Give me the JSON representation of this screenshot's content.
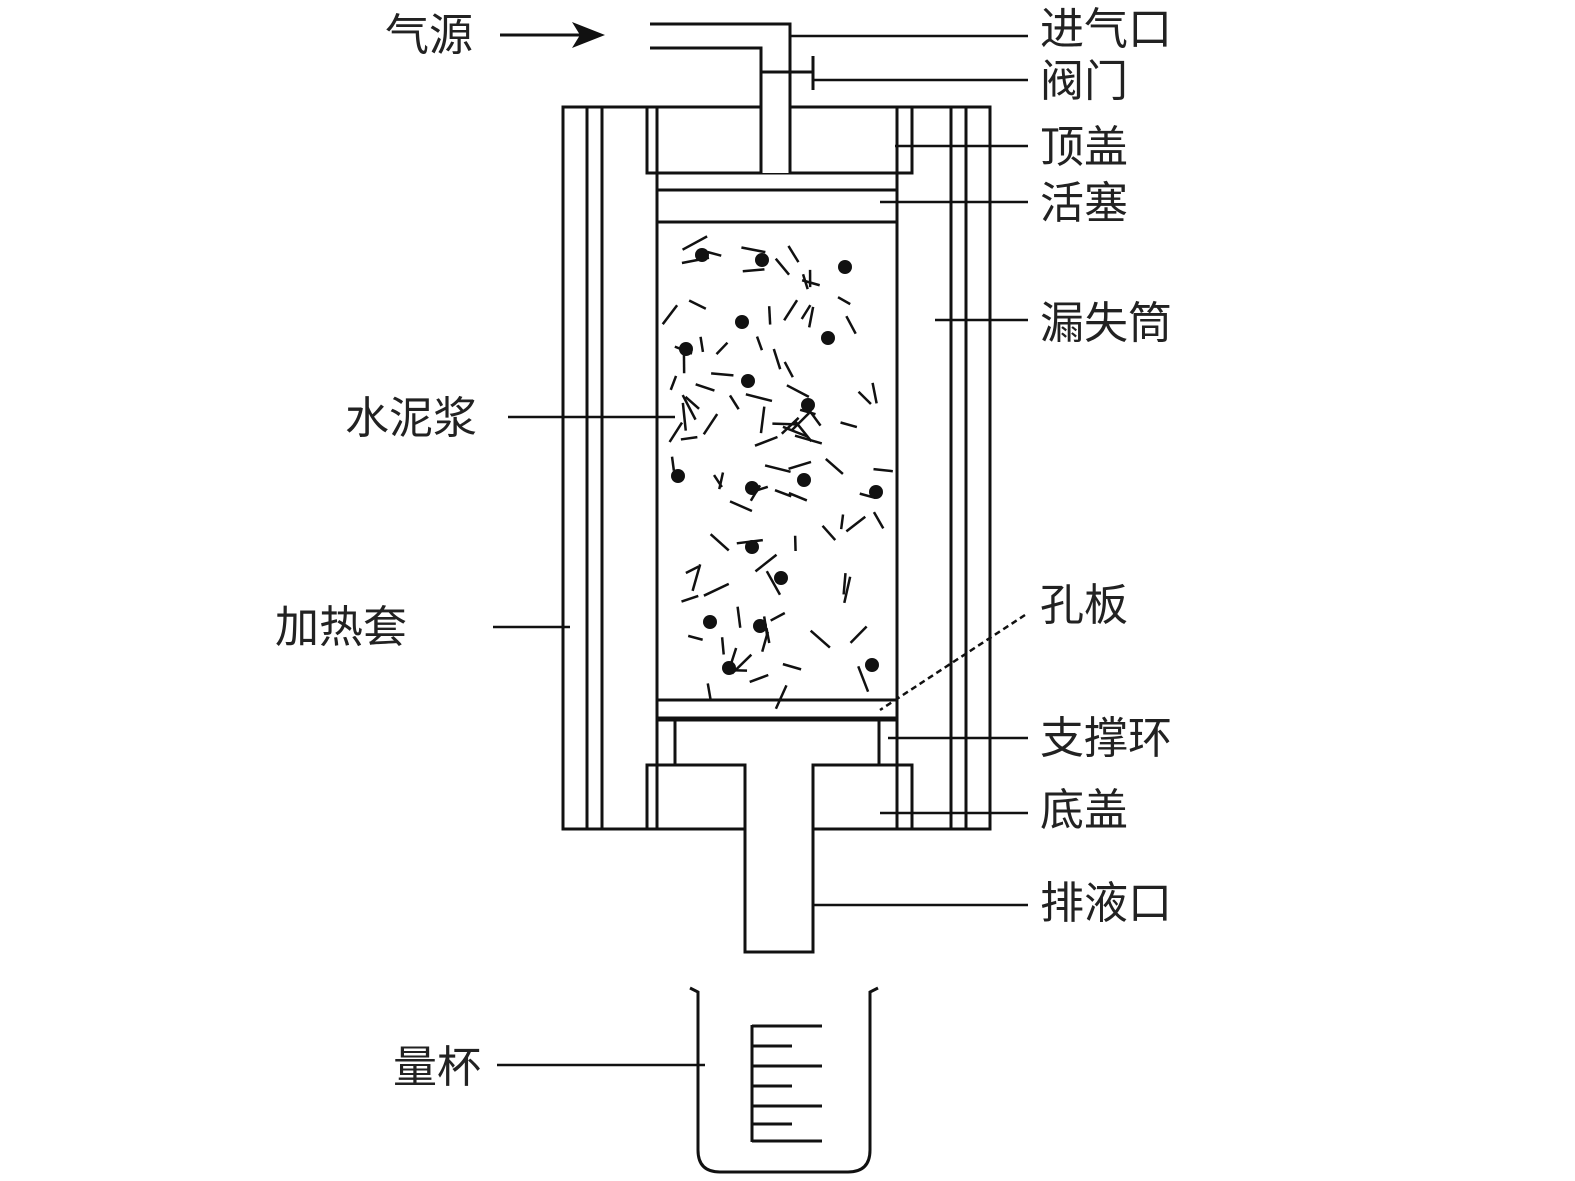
{
  "labels": {
    "gas_source": "气源",
    "inlet": "进气口",
    "valve": "阀门",
    "top_cap": "顶盖",
    "piston": "活塞",
    "fluid_loss_cell": "漏失筒",
    "cement_slurry": "水泥浆",
    "heating_jacket": "加热套",
    "orifice_plate": "孔板",
    "support_ring": "支撑环",
    "bottom_cap": "底盖",
    "drain_outlet": "排液口",
    "measuring_cup": "量杯"
  },
  "colors": {
    "slurry": "#bdbdbd",
    "plate_dark": "#6e6e6e",
    "line": "#111111"
  }
}
